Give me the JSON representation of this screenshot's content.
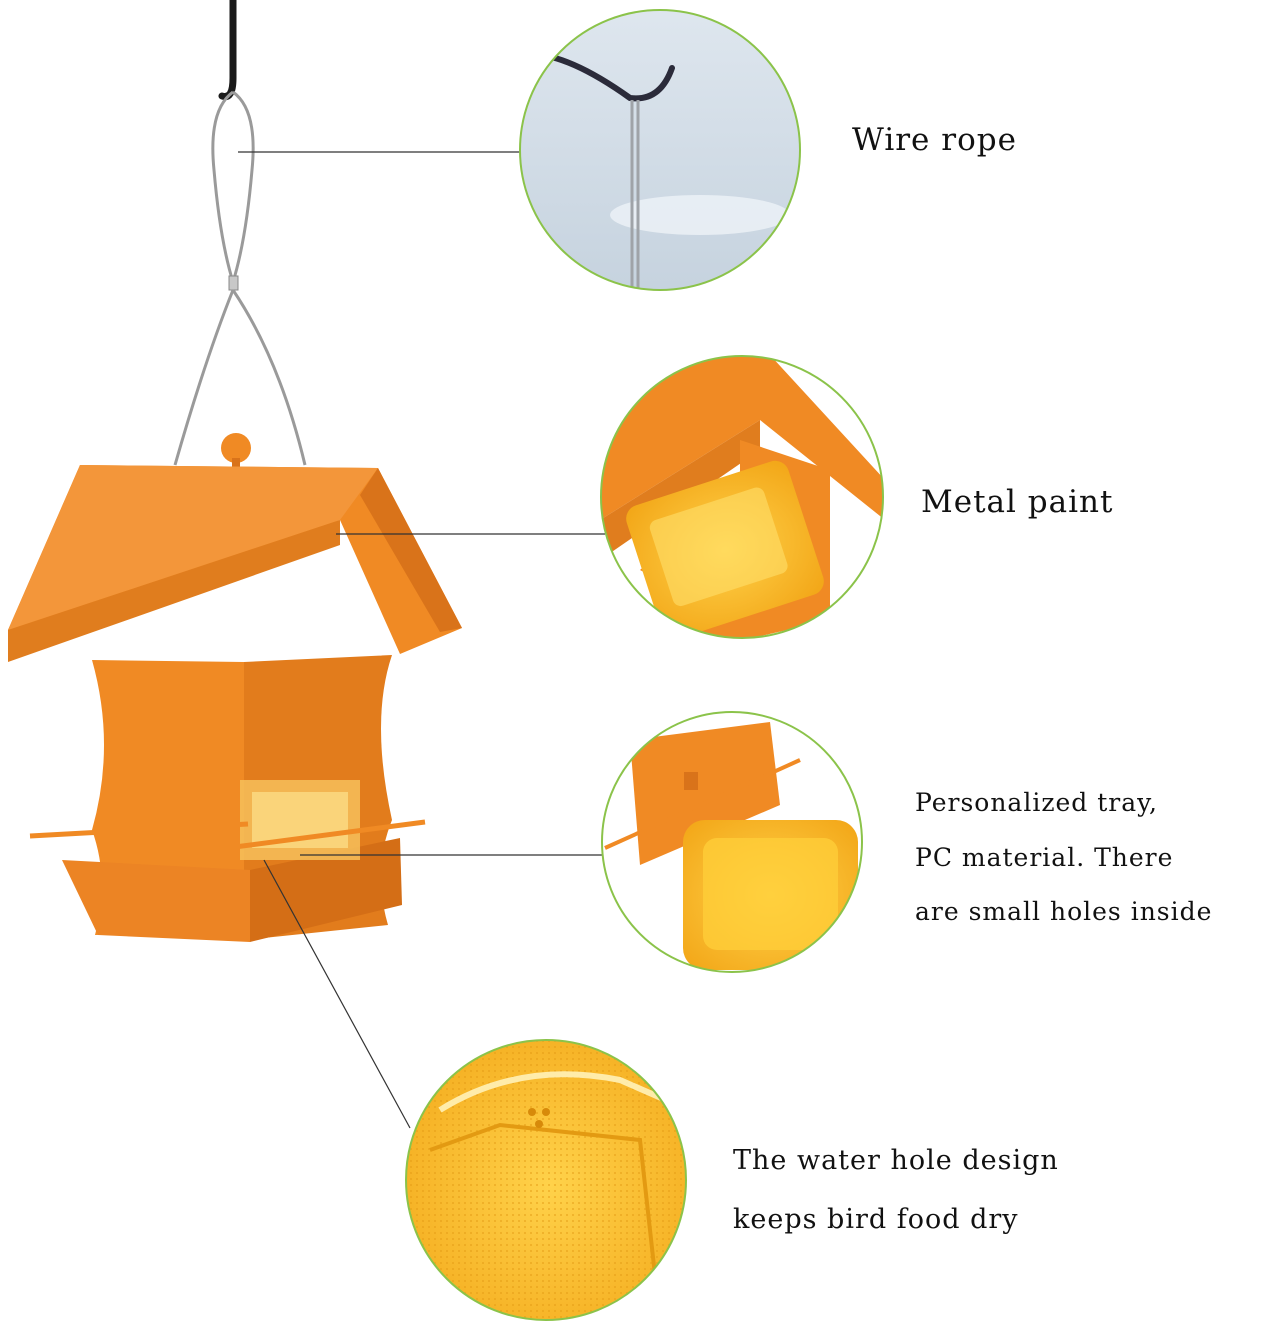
{
  "callouts": {
    "wire_rope": {
      "label": "Wire rope"
    },
    "metal_paint": {
      "label": "Metal paint"
    },
    "tray": {
      "lines": [
        "Personalized tray,",
        "PC material. There",
        "are small holes inside"
      ]
    },
    "water_hole": {
      "lines": [
        "The water hole design",
        "keeps bird food dry"
      ]
    }
  },
  "colors": {
    "feeder_orange": "#f08a24",
    "feeder_shade": "#d9731a",
    "tray_amber": "#f5b21a",
    "leader_line": "#333333",
    "circle_border": "#8bc34a",
    "wire": "#9a9a9a",
    "hook": "#1a1a1a"
  }
}
